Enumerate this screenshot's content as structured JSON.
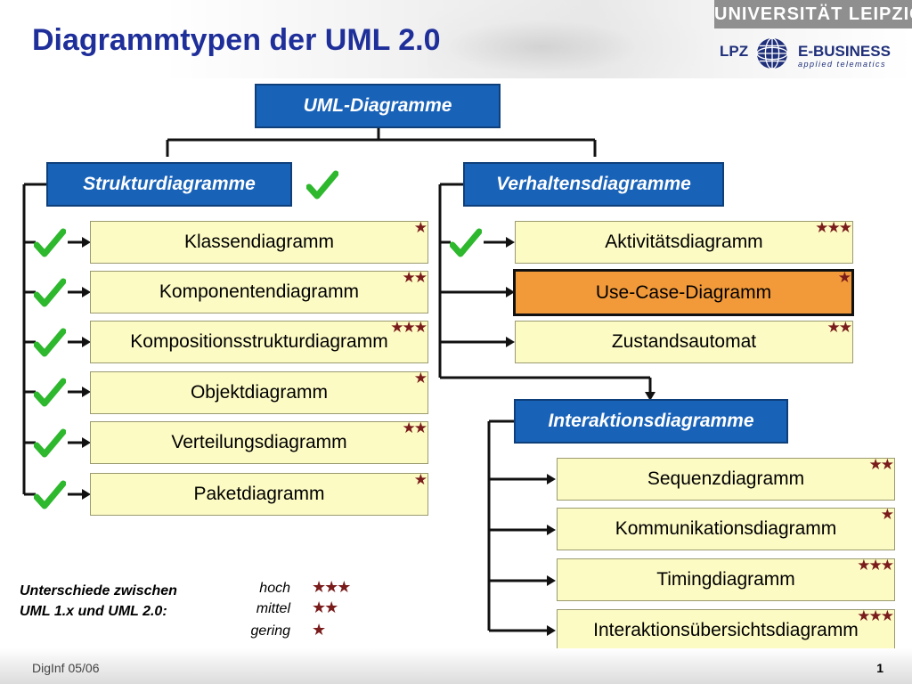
{
  "title": "Diagrammtypen der UML 2.0",
  "logos": {
    "university": "UNIVERSITÄT LEIPZIG",
    "lpz": "LPZ",
    "ebusiness": "E-BUSINESS",
    "ebusiness_sub": "applied telematics"
  },
  "root": "UML-Diagramme",
  "structure": {
    "label": "Strukturdiagramme",
    "items": [
      {
        "label": "Klassendiagramm",
        "stars": "★"
      },
      {
        "label": "Komponentendiagramm",
        "stars": "★★"
      },
      {
        "label": "Kompositionsstrukturdiagramm",
        "stars": "★★★"
      },
      {
        "label": "Objektdiagramm",
        "stars": "★"
      },
      {
        "label": "Verteilungsdiagramm",
        "stars": "★★"
      },
      {
        "label": "Paketdiagramm",
        "stars": "★"
      }
    ]
  },
  "behavior": {
    "label": "Verhaltensdiagramme",
    "items": [
      {
        "label": "Aktivitätsdiagramm",
        "stars": "★★★"
      },
      {
        "label": "Use-Case-Diagramm",
        "stars": "★"
      },
      {
        "label": "Zustandsautomat",
        "stars": "★★"
      }
    ]
  },
  "interaction": {
    "label": "Interaktionsdiagramme",
    "items": [
      {
        "label": "Sequenzdiagramm",
        "stars": "★★"
      },
      {
        "label": "Kommunikationsdiagramm",
        "stars": "★"
      },
      {
        "label": "Timingdiagramm",
        "stars": "★★★"
      },
      {
        "label": "Interaktionsübersichtsdiagramm",
        "stars": "★★★"
      }
    ]
  },
  "legend": {
    "title_line1": "Unterschiede zwischen",
    "title_line2": "UML 1.x und UML 2.0:",
    "high": "hoch",
    "high_stars": "★★★",
    "medium": "mittel",
    "medium_stars": "★★",
    "low": "gering",
    "low_stars": "★"
  },
  "footer": {
    "left": "DigInf 05/06",
    "page": "1"
  },
  "colors": {
    "title": "#1f2f9a",
    "category": "#1862b8",
    "leaf": "#fdfbc4",
    "highlight": "#f29a3a",
    "star": "#7a1c1c",
    "check": "#2eb82e"
  }
}
